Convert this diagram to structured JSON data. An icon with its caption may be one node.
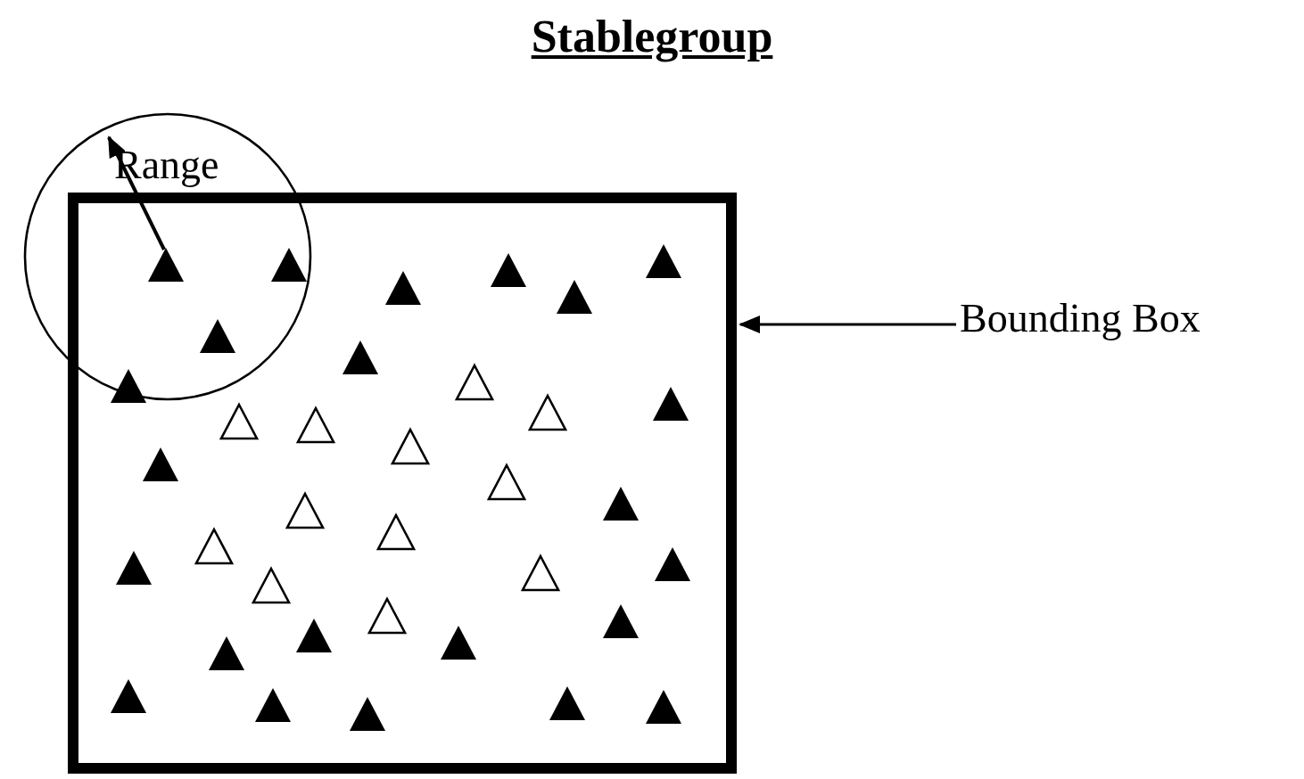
{
  "diagram": {
    "title": "Stablegroup",
    "nodes": [
      {
        "text": [
          "Bounding Box"
        ]
      },
      {
        "text": [],
        "shape": "box"
      }
    ],
    "edges": [
      {
        "from": 0,
        "to": 1,
        "arrow": "to"
      }
    ],
    "labels": [
      "Range"
    ]
  }
}
